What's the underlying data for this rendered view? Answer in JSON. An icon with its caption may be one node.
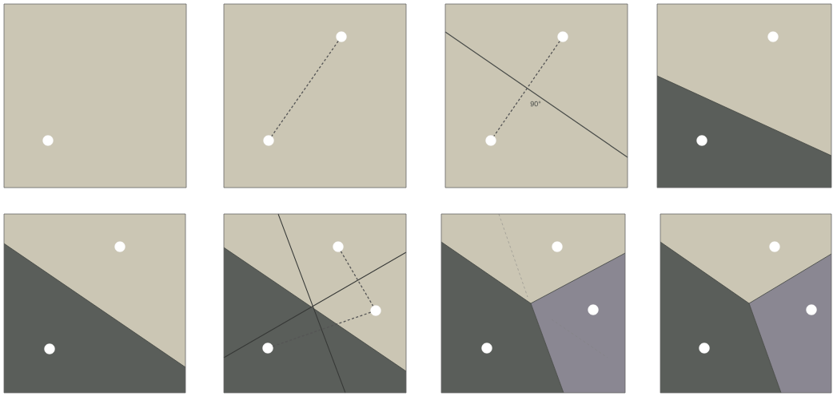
{
  "diagram": {
    "nodes": [
      {
        "text": [],
        "shape": "circle"
      },
      {
        "text": [],
        "shape": "circle"
      },
      {
        "text": [],
        "shape": "circle"
      },
      {
        "text": [],
        "shape": "circle"
      },
      {
        "text": [],
        "shape": "circle"
      },
      {
        "text": [],
        "shape": "circle"
      },
      {
        "text": [],
        "shape": "circle"
      },
      {
        "text": [],
        "shape": "circle"
      },
      {
        "text": [],
        "shape": "circle"
      },
      {
        "text": [],
        "shape": "circle"
      },
      {
        "text": [],
        "shape": "circle"
      },
      {
        "text": [],
        "shape": "circle"
      },
      {
        "text": [],
        "shape": "circle"
      },
      {
        "text": [],
        "shape": "circle"
      },
      {
        "text": [],
        "shape": "circle"
      },
      {
        "text": [],
        "shape": "circle"
      },
      {
        "text": [],
        "shape": "circle"
      },
      {
        "text": [],
        "shape": "circle"
      }
    ],
    "edges": [
      {
        "from": 2,
        "to": 1,
        "arrow": "none",
        "style": "dashed"
      },
      {
        "from": 4,
        "to": 3,
        "arrow": "none",
        "style": "dashed"
      },
      {
        "from": 9,
        "to": 10,
        "arrow": "none",
        "style": "dashed"
      },
      {
        "from": 10,
        "to": 11,
        "arrow": "none",
        "style": "dashed"
      }
    ],
    "labels": [
      "90°"
    ]
  }
}
